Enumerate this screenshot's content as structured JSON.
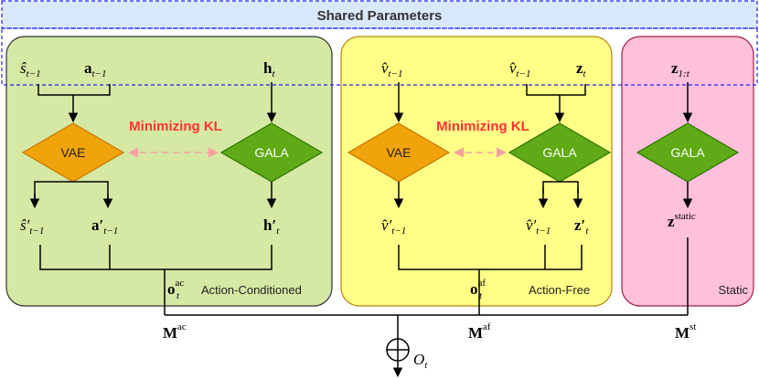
{
  "banner": {
    "title": "Shared Parameters"
  },
  "panels": {
    "action_conditioned": {
      "name": "Action-Conditioned",
      "inputs": [
        "ŝ",
        "a",
        "h"
      ],
      "input_subs": [
        "t−1",
        "t−1",
        "t"
      ],
      "encoder_label": "VAE",
      "model_label": "GALA",
      "kl_label": "Minimizing KL",
      "outputs": [
        "ŝ′",
        "a′",
        "h′"
      ],
      "output_subs": [
        "t−1",
        "t−1",
        "t"
      ],
      "merge_var": "o",
      "merge_sup": "ac",
      "merge_sub": "t"
    },
    "action_free": {
      "name": "Action-Free",
      "inputs": [
        "v̂",
        "v̂",
        "z"
      ],
      "input_subs": [
        "t−1",
        "t−1",
        "t"
      ],
      "encoder_label": "VAE",
      "model_label": "GALA",
      "kl_label": "Minimizing KL",
      "outputs": [
        "v̂′",
        "v̂′",
        "z′"
      ],
      "output_subs": [
        "t−1",
        "t−1",
        "t"
      ],
      "merge_var": "o",
      "merge_sup": "af",
      "merge_sub": "t"
    },
    "static": {
      "name": "Static",
      "input": "z",
      "input_sub": "1:t",
      "model_label": "GALA",
      "output": "z",
      "output_sup": "static"
    }
  },
  "masks": [
    {
      "var": "M",
      "sup": "ac"
    },
    {
      "var": "M",
      "sup": "af"
    },
    {
      "var": "M",
      "sup": "st"
    }
  ],
  "final": {
    "var": "O",
    "sub": "t"
  },
  "colors": {
    "ac_fill": "#d5e8a4",
    "af_fill": "#ffff88",
    "static_fill": "#ffc0dc",
    "vae_fill": "#f0a30a",
    "gala_fill": "#60a917",
    "kl_text": "#ff3333",
    "kl_arrow": "#f8a0a0",
    "banner_fill": "#dae8fc",
    "banner_border": "#2020ee"
  }
}
